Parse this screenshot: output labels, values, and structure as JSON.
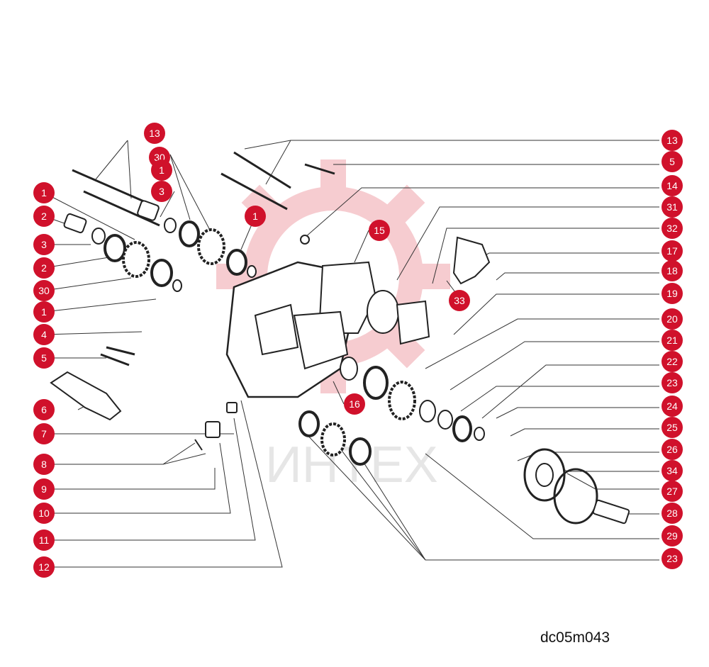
{
  "drawing_code": "dc05m043",
  "watermark_text": "ИНТЕХ",
  "colors": {
    "callout": "#d0112b",
    "watermark": "#f6c7cc",
    "line": "#333333"
  },
  "callouts_left": [
    "13",
    "30",
    "1",
    "3",
    "1",
    "2",
    "3",
    "2",
    "30",
    "1",
    "4",
    "5",
    "6",
    "7",
    "8",
    "9",
    "10",
    "11",
    "12"
  ],
  "callouts_center": [
    "1",
    "15",
    "16",
    "33"
  ],
  "callouts_right": [
    "13",
    "5",
    "14",
    "31",
    "32",
    "17",
    "18",
    "19",
    "20",
    "21",
    "22",
    "23",
    "24",
    "25",
    "26",
    "34",
    "27",
    "28",
    "29",
    "23"
  ]
}
